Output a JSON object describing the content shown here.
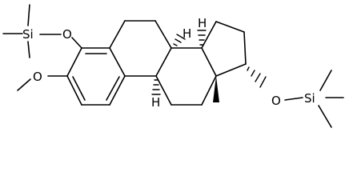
{
  "labels": {
    "si_left": "Si",
    "o_c4": "O",
    "o_c3": "O",
    "h_c14": "H",
    "h_c9": "H",
    "me_c13": "",
    "o_c17": "O",
    "si_right": "Si"
  }
}
